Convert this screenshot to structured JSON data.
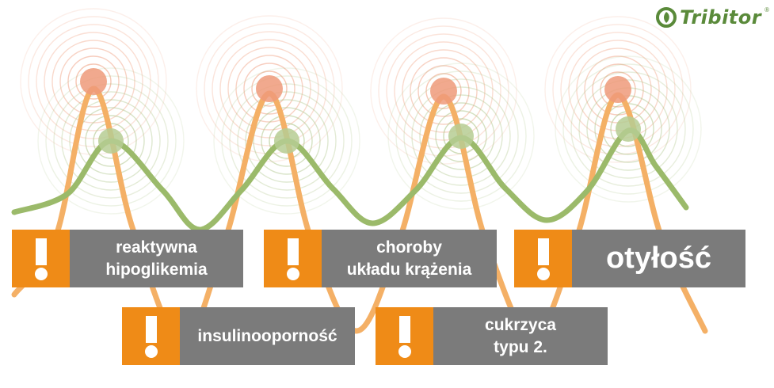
{
  "logo": {
    "brand": "Tribitor",
    "mark": "registered"
  },
  "boxes": [
    {
      "id": "reactive-hypoglycemia",
      "line1": "reaktywna",
      "line2": "hipoglikemia",
      "icon": "exclamation-icon"
    },
    {
      "id": "cardiovascular-diseases",
      "line1": "choroby",
      "line2": "układu krążenia",
      "icon": "exclamation-icon"
    },
    {
      "id": "obesity",
      "line1": "otyłość",
      "line2": "",
      "icon": "exclamation-icon"
    },
    {
      "id": "insulin-resistance",
      "line1": "insulinooporność",
      "line2": "",
      "icon": "exclamation-icon"
    },
    {
      "id": "diabetes-type-2",
      "line1": "cukrzyca",
      "line2": "typu 2.",
      "icon": "exclamation-icon"
    }
  ],
  "colors": {
    "orange": "#ef8b17",
    "gray": "#7b7b7b",
    "green": "#9bba6a",
    "orange_wave": "#f4b066",
    "peak_red": "#ef9a7a",
    "peak_green": "#b6cc93"
  }
}
